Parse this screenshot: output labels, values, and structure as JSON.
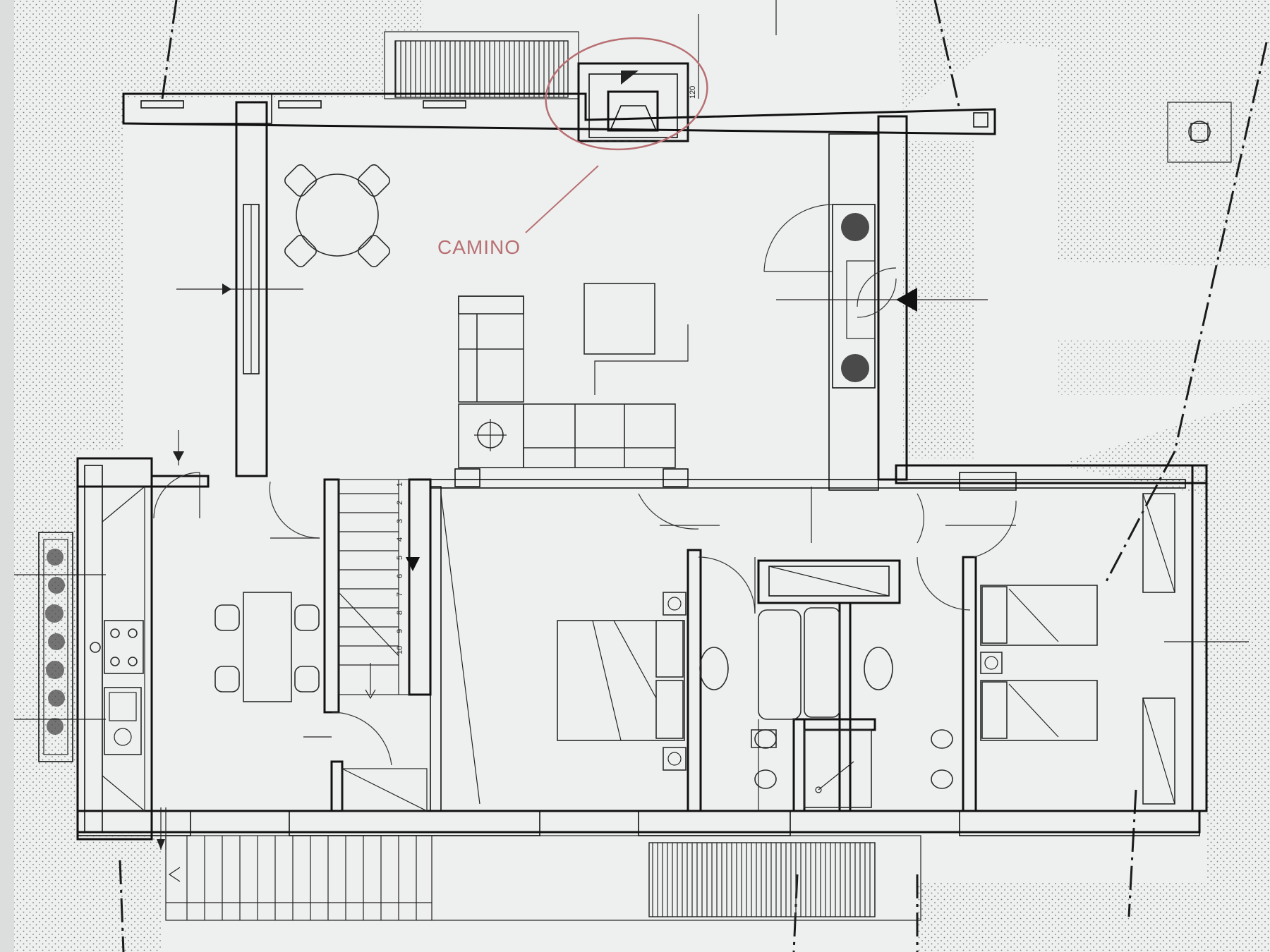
{
  "annotation": {
    "label": "CAMINO",
    "color": "#b86f73"
  },
  "fireplace_dimension": "120",
  "stair_steps": [
    "1",
    "2",
    "3",
    "4",
    "5",
    "6",
    "7",
    "8",
    "9",
    "10"
  ]
}
